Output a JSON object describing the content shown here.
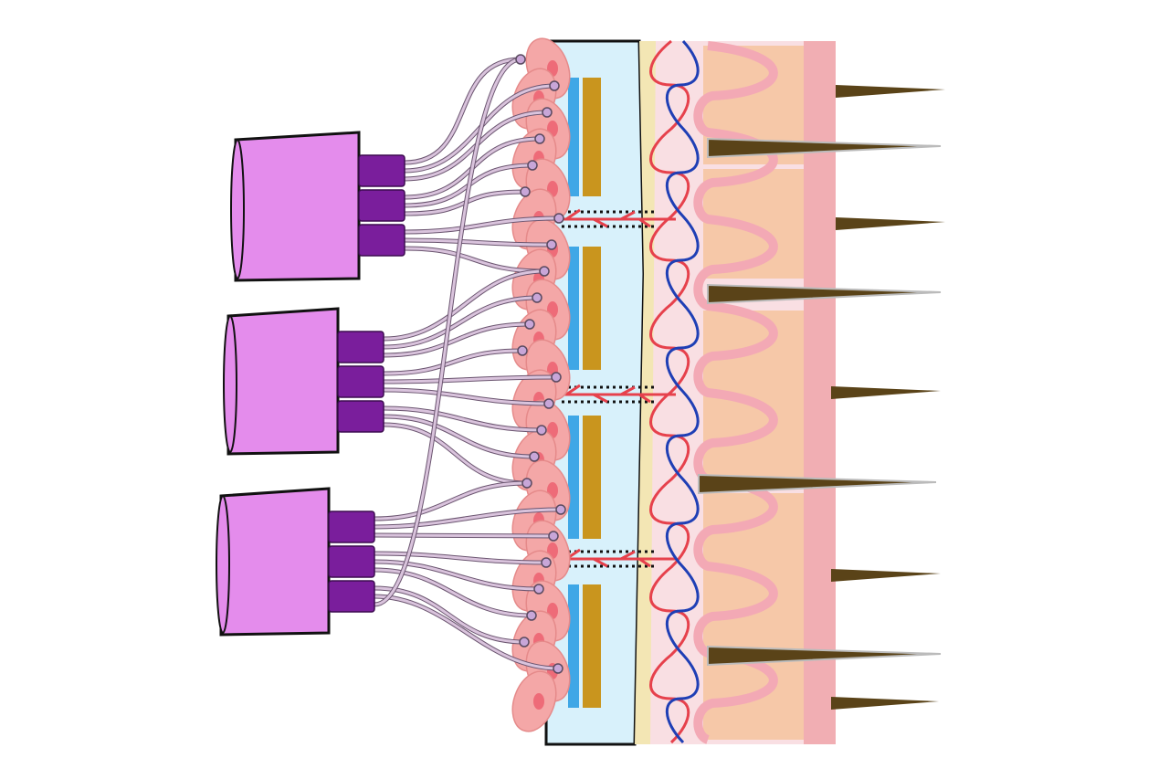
{
  "colors": {
    "background": "#ffffff",
    "cylinder": "#e48cec",
    "connector": "#7a1e9c",
    "wire": "#d9c3dc",
    "wire_outline": "#6b5570",
    "electrode_tip": "#c8a6d8",
    "cell": "#f4a7a7",
    "cell_nucleus": "#ee6b78",
    "panel": "#d8f1fb",
    "strip_gold": "#c9951e",
    "strip_blue": "#3fa7e6",
    "basement": "#f3e6b4",
    "dermis": "#f9dfe3",
    "artery": "#e6414c",
    "vein": "#1f3fb5",
    "epidermis_wave": "#f3a9b5",
    "tissue_block": "#f6c8a8",
    "outer_layer": "#f1aeb3",
    "hair": "#5a4318"
  },
  "modules": [
    {
      "connectors": 3,
      "electrodes": 8
    },
    {
      "connectors": 3,
      "electrodes": 8
    },
    {
      "connectors": 3,
      "electrodes": 8
    }
  ],
  "hairs": 9
}
